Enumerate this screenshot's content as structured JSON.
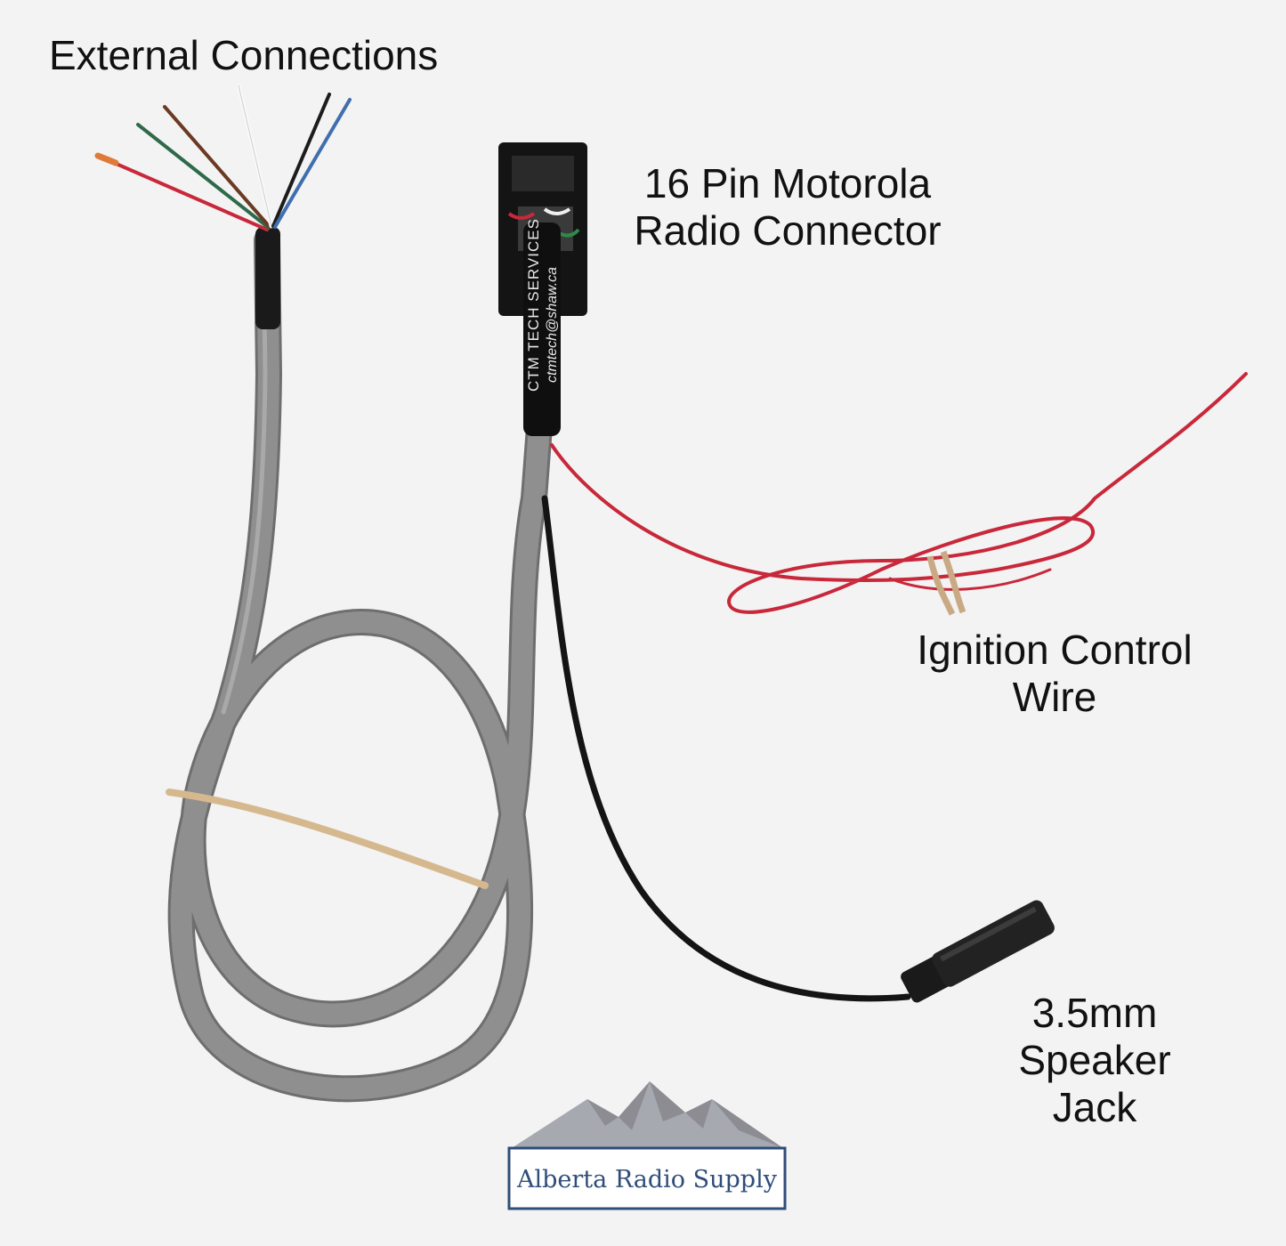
{
  "labels": {
    "external": "External Connections",
    "motorola_line1": "16 Pin Motorola",
    "motorola_line2": "Radio Connector",
    "ignition_line1": "Ignition Control",
    "ignition_line2": "Wire",
    "jack_line1": "3.5mm",
    "jack_line2": "Speaker",
    "jack_line3": "Jack"
  },
  "connector_print": {
    "line1": "CTM TECH SERVICES",
    "line2": "ctmtech@shaw.ca"
  },
  "logo": {
    "text": "Alberta Radio Supply"
  },
  "colors": {
    "background": "#f3f3f3",
    "gray_cable": "#8a8a8a",
    "red_wire": "#c8283a",
    "black_wire": "#141414",
    "logo_border": "#2f4d7a"
  },
  "wire_colors": [
    "orange",
    "red",
    "green",
    "brown",
    "white",
    "black",
    "blue"
  ]
}
